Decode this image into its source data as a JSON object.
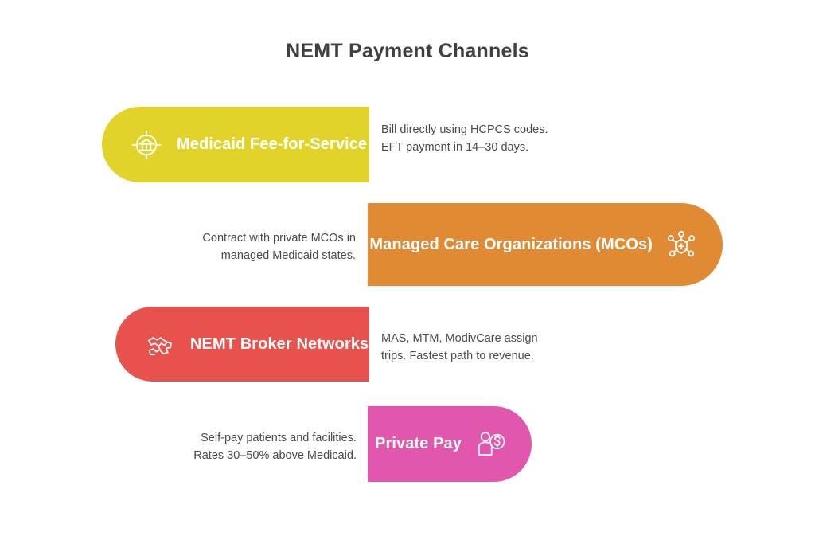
{
  "title": "NEMT Payment Channels",
  "colors": {
    "title_text": "#404040",
    "body_text": "#4a4a4a",
    "bar_text": "#ffffff",
    "background": "#ffffff",
    "medicaid_yellow": "#e2d32b",
    "mco_orange": "#e08b33",
    "broker_red": "#e8524c",
    "private_pink": "#e257ae"
  },
  "rows": [
    {
      "id": "medicaid-fee-for-service",
      "label": "Medicaid Fee-for-Service",
      "description": "Bill directly using HCPCS codes. EFT payment in 14–30 days.",
      "icon": "bank-target-icon",
      "color": "#e2d32b",
      "bar_side": "left",
      "text_align": "left"
    },
    {
      "id": "managed-care-organizations",
      "label": "Managed Care Organizations (MCOs)",
      "description": "Contract with private MCOs in managed Medicaid states.",
      "icon": "shield-network-icon",
      "color": "#e08b33",
      "bar_side": "right",
      "text_align": "right"
    },
    {
      "id": "nemt-broker-networks",
      "label": "NEMT Broker Networks",
      "description": "MAS, MTM, ModivCare assign trips. Fastest path to revenue.",
      "icon": "handshake-network-icon",
      "color": "#e8524c",
      "bar_side": "left",
      "text_align": "left"
    },
    {
      "id": "private-pay",
      "label": "Private Pay",
      "description": "Self-pay patients and facilities. Rates 30–50% above Medicaid.",
      "icon": "person-dollar-icon",
      "color": "#e257ae",
      "bar_side": "right",
      "text_align": "right"
    }
  ]
}
